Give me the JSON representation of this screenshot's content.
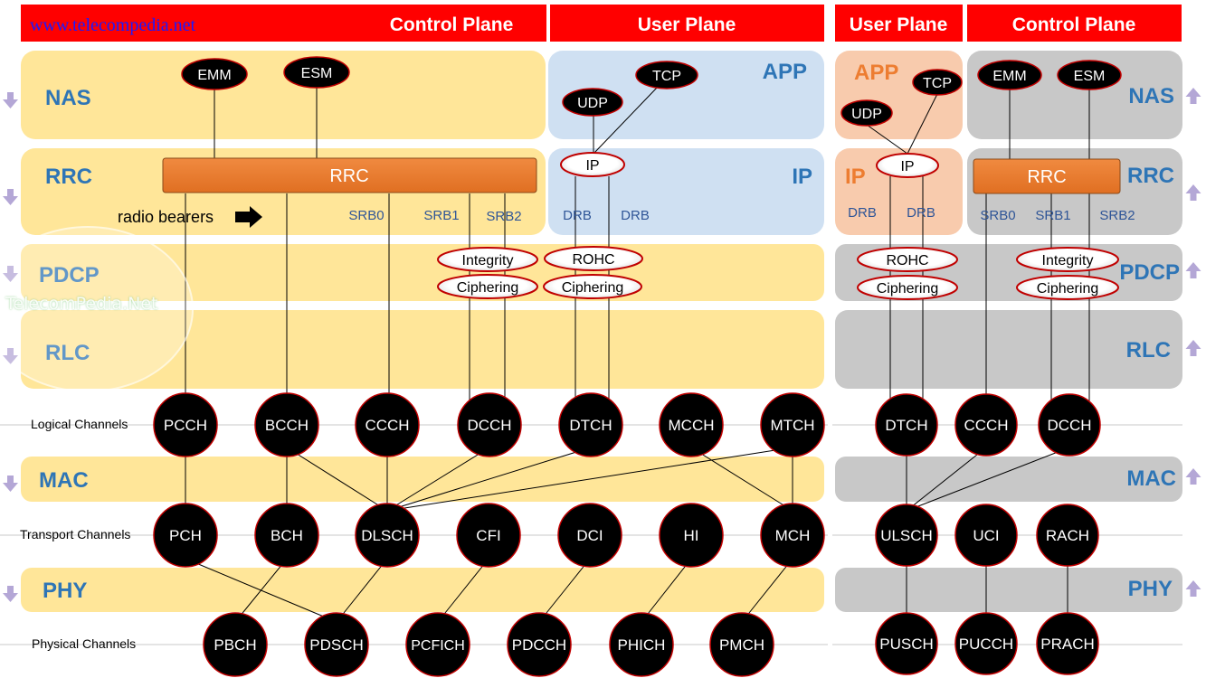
{
  "header": {
    "site_url": "www.telecompedia.net",
    "ue_control_plane": "Control Plane",
    "ue_user_plane": "User Plane",
    "enb_user_plane": "User Plane",
    "enb_control_plane": "Control Plane"
  },
  "watermark": "TelecomPedia.Net",
  "layers": {
    "nas": "NAS",
    "rrc": "RRC",
    "pdcp": "PDCP",
    "rlc": "RLC",
    "mac": "MAC",
    "phy": "PHY",
    "app": "APP",
    "ip": "IP"
  },
  "nodes": {
    "emm": "EMM",
    "esm": "ESM",
    "udp": "UDP",
    "tcp": "TCP",
    "ip": "IP",
    "rrc": "RRC",
    "integrity": "Integrity",
    "ciphering": "Ciphering",
    "rohc": "ROHC"
  },
  "bearers": {
    "radio_bearers": "radio bearers",
    "srb0": "SRB0",
    "srb1": "SRB1",
    "srb2": "SRB2",
    "drb": "DRB"
  },
  "row_labels": {
    "logical": "Logical Channels",
    "transport": "Transport Channels",
    "physical": "Physical Channels"
  },
  "channels": {
    "logical_ue": [
      "PCCH",
      "BCCH",
      "CCCH",
      "DCCH",
      "DTCH",
      "MCCH",
      "MTCH"
    ],
    "transport_ue": [
      "PCH",
      "BCH",
      "DLSCH",
      "CFI",
      "DCI",
      "HI",
      "MCH"
    ],
    "physical_ue": [
      "PBCH",
      "PDSCH",
      "PCFICH",
      "PDCCH",
      "PHICH",
      "PMCH"
    ],
    "logical_enb": [
      "DTCH",
      "CCCH",
      "DCCH"
    ],
    "transport_enb": [
      "ULSCH",
      "UCI",
      "RACH"
    ],
    "physical_enb": [
      "PUSCH",
      "PUCCH",
      "PRACH"
    ]
  },
  "colors": {
    "header_red": "#ff0000",
    "ue_layer": "#ffe699",
    "user_plane_blue": "#cfe0f2",
    "enb_user_peach": "#f8cbad",
    "enb_control_gray": "#c8c8c8",
    "rrc_orange": "#ed7d31",
    "layer_text_blue": "#2e75b6",
    "arrow_purple": "#b4a7d6",
    "bearer_text": "#2f5597"
  }
}
